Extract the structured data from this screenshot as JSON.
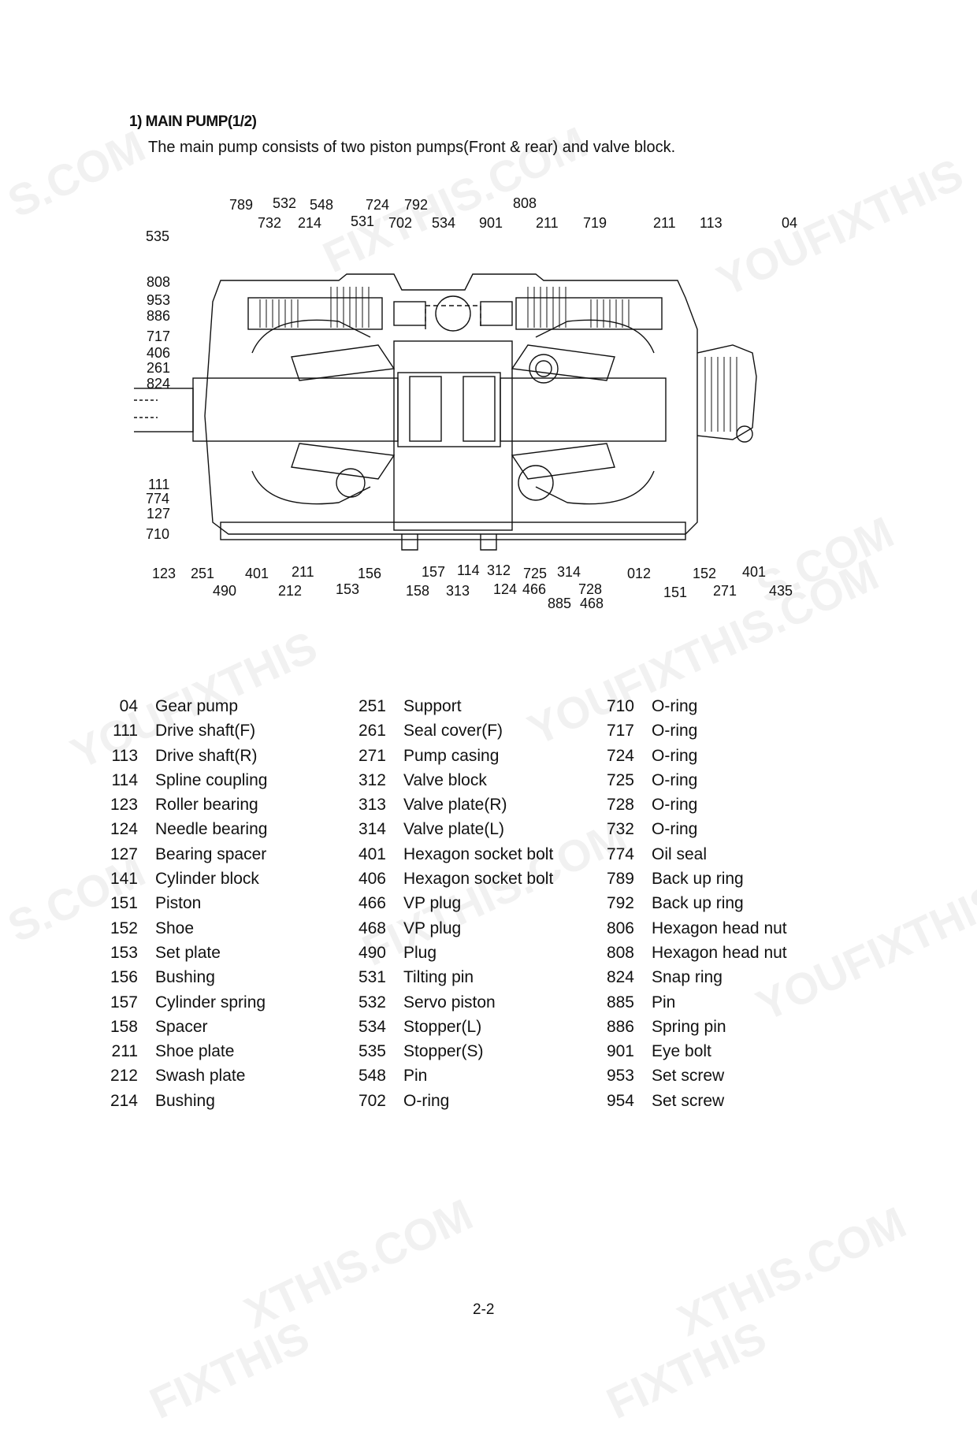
{
  "heading": "1)  MAIN PUMP(1/2)",
  "intro": "The main pump consists of two piston pumps(Front & rear) and valve block.",
  "figure": {
    "callouts": [
      {
        "t": "789"
      },
      {
        "t": "532"
      },
      {
        "t": "548"
      },
      {
        "t": "724"
      },
      {
        "t": "792"
      },
      {
        "t": "808"
      },
      {
        "t": "732"
      },
      {
        "t": "214"
      },
      {
        "t": "531"
      },
      {
        "t": "702"
      },
      {
        "t": "534"
      },
      {
        "t": "901"
      },
      {
        "t": "211"
      },
      {
        "t": "719"
      },
      {
        "t": "211"
      },
      {
        "t": "113"
      },
      {
        "t": "04"
      },
      {
        "t": "535"
      },
      {
        "t": "808"
      },
      {
        "t": "953"
      },
      {
        "t": "886"
      },
      {
        "t": "717"
      },
      {
        "t": "406"
      },
      {
        "t": "261"
      },
      {
        "t": "824"
      },
      {
        "t": "111"
      },
      {
        "t": "774"
      },
      {
        "t": "127"
      },
      {
        "t": "710"
      },
      {
        "t": "123"
      },
      {
        "t": "251"
      },
      {
        "t": "401"
      },
      {
        "t": "211"
      },
      {
        "t": "156"
      },
      {
        "t": "157"
      },
      {
        "t": "114"
      },
      {
        "t": "312"
      },
      {
        "t": "725"
      },
      {
        "t": "314"
      },
      {
        "t": "012"
      },
      {
        "t": "152"
      },
      {
        "t": "401"
      },
      {
        "t": "490"
      },
      {
        "t": "212"
      },
      {
        "t": "153"
      },
      {
        "t": "158"
      },
      {
        "t": "313"
      },
      {
        "t": "124"
      },
      {
        "t": "466"
      },
      {
        "t": "728"
      },
      {
        "t": "151"
      },
      {
        "t": "271"
      },
      {
        "t": "435"
      },
      {
        "t": "885"
      },
      {
        "t": "468"
      }
    ]
  },
  "parts": {
    "col1": [
      {
        "n": "04",
        "d": "Gear pump"
      },
      {
        "n": "111",
        "d": "Drive shaft(F)"
      },
      {
        "n": "113",
        "d": "Drive shaft(R)"
      },
      {
        "n": "114",
        "d": "Spline coupling"
      },
      {
        "n": "123",
        "d": "Roller bearing"
      },
      {
        "n": "124",
        "d": "Needle bearing"
      },
      {
        "n": "127",
        "d": "Bearing spacer"
      },
      {
        "n": "141",
        "d": "Cylinder block"
      },
      {
        "n": "151",
        "d": "Piston"
      },
      {
        "n": "152",
        "d": "Shoe"
      },
      {
        "n": "153",
        "d": "Set plate"
      },
      {
        "n": "156",
        "d": "Bushing"
      },
      {
        "n": "157",
        "d": "Cylinder spring"
      },
      {
        "n": "158",
        "d": "Spacer"
      },
      {
        "n": "211",
        "d": "Shoe plate"
      },
      {
        "n": "212",
        "d": "Swash plate"
      },
      {
        "n": "214",
        "d": "Bushing"
      }
    ],
    "col2": [
      {
        "n": "251",
        "d": "Support"
      },
      {
        "n": "261",
        "d": "Seal cover(F)"
      },
      {
        "n": "271",
        "d": "Pump casing"
      },
      {
        "n": "312",
        "d": "Valve block"
      },
      {
        "n": "313",
        "d": "Valve plate(R)"
      },
      {
        "n": "314",
        "d": "Valve plate(L)"
      },
      {
        "n": "401",
        "d": "Hexagon socket bolt"
      },
      {
        "n": "406",
        "d": "Hexagon socket bolt"
      },
      {
        "n": "466",
        "d": "VP plug"
      },
      {
        "n": "468",
        "d": "VP plug"
      },
      {
        "n": "490",
        "d": "Plug"
      },
      {
        "n": "531",
        "d": "Tilting pin"
      },
      {
        "n": "532",
        "d": "Servo piston"
      },
      {
        "n": "534",
        "d": "Stopper(L)"
      },
      {
        "n": "535",
        "d": "Stopper(S)"
      },
      {
        "n": "548",
        "d": "Pin"
      },
      {
        "n": "702",
        "d": "O-ring"
      }
    ],
    "col3": [
      {
        "n": "710",
        "d": "O-ring"
      },
      {
        "n": "717",
        "d": "O-ring"
      },
      {
        "n": "724",
        "d": "O-ring"
      },
      {
        "n": "725",
        "d": "O-ring"
      },
      {
        "n": "728",
        "d": "O-ring"
      },
      {
        "n": "732",
        "d": "O-ring"
      },
      {
        "n": "774",
        "d": "Oil seal"
      },
      {
        "n": "789",
        "d": "Back up ring"
      },
      {
        "n": "792",
        "d": "Back up ring"
      },
      {
        "n": "806",
        "d": "Hexagon head nut"
      },
      {
        "n": "808",
        "d": "Hexagon head nut"
      },
      {
        "n": "824",
        "d": "Snap ring"
      },
      {
        "n": "885",
        "d": "Pin"
      },
      {
        "n": "886",
        "d": "Spring pin"
      },
      {
        "n": "901",
        "d": "Eye bolt"
      },
      {
        "n": "953",
        "d": "Set screw"
      },
      {
        "n": "954",
        "d": "Set screw"
      }
    ]
  },
  "page_number": "2-2",
  "watermark": {
    "texts": [
      "S.COM",
      "FIXTHIS.COM",
      "YOUFIXTHIS",
      "S.COM",
      "YOUFIXTHIS",
      "YOUFIXTHIS.COM",
      "S.COM",
      "FIXTHIS.COM",
      "YOUFIXTHIS",
      "XTHIS.COM",
      "XTHIS.COM",
      "FIXTHIS",
      "FIXTHIS"
    ]
  }
}
